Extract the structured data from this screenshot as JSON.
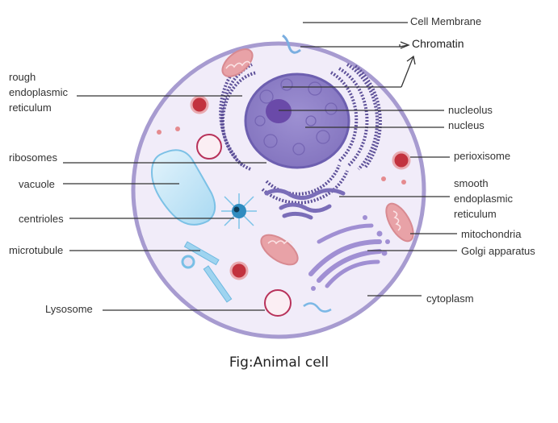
{
  "labels": {
    "cell_membrane": "Cell Membrane",
    "chromatin": "Chromatin",
    "rough_er": "rough\nendoplasmic\nreticulum",
    "nucleolus": "nucleolus",
    "nucleus": "nucleus",
    "ribosomes": "ribosomes",
    "perioxisome": "perioxisome",
    "vacuole": "vacuole",
    "smooth_er": "smooth\nendoplasmic\nreticulum",
    "centrioles": "centrioles",
    "mitochondria": "mitochondria",
    "microtubule": "microtubule",
    "golgi": "Golgi apparatus",
    "lysosome": "Lysosome",
    "cytoplasm": "cytoplasm"
  },
  "caption": "Fig:Animal cell",
  "colors": {
    "membrane": "#a79bd0",
    "cytoplasm": "#f1ecf9",
    "nucleus": "#8e7fc6",
    "nucleolus": "#6a4aa9",
    "er": "#6b5ea8",
    "vacuole": "#bfe3f6",
    "mitochondria": "#e8a2a7",
    "peroxisome": "#c2323e",
    "lysosome": "#b8325a",
    "microtubule": "#7cc3e8",
    "leader_line": "#333333"
  }
}
